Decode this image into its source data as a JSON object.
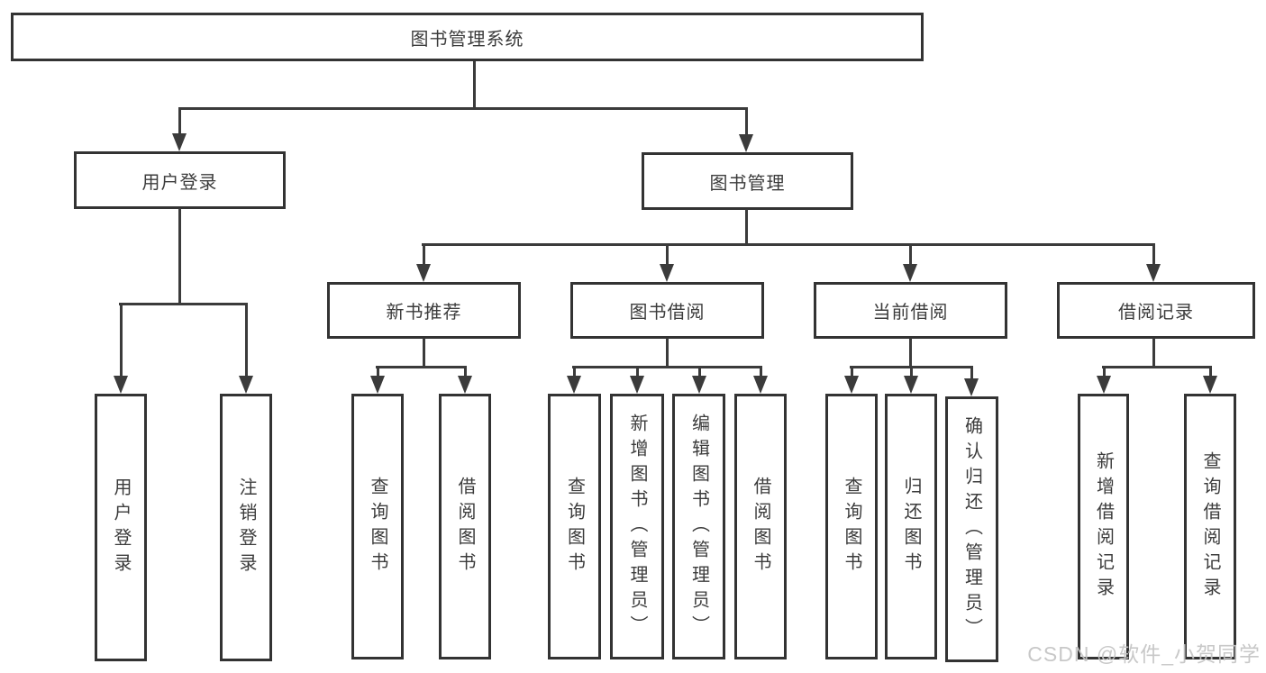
{
  "diagram": {
    "root": {
      "label": "图书管理系统"
    },
    "branches": [
      {
        "label": "用户登录",
        "children": [
          {
            "label": "用户登录"
          },
          {
            "label": "注销登录"
          }
        ]
      },
      {
        "label": "图书管理",
        "children": [
          {
            "label": "新书推荐",
            "children": [
              {
                "label": "查询图书"
              },
              {
                "label": "借阅图书"
              }
            ]
          },
          {
            "label": "图书借阅",
            "children": [
              {
                "label": "查询图书"
              },
              {
                "label": "新增图书（管理员）"
              },
              {
                "label": "编辑图书（管理员）"
              },
              {
                "label": "借阅图书"
              }
            ]
          },
          {
            "label": "当前借阅",
            "children": [
              {
                "label": "查询图书"
              },
              {
                "label": "归还图书"
              },
              {
                "label": "确认归还（管理员）"
              }
            ]
          },
          {
            "label": "借阅记录",
            "children": [
              {
                "label": "新增借阅记录"
              },
              {
                "label": "查询借阅记录"
              }
            ]
          }
        ]
      }
    ]
  },
  "watermark": {
    "text": "CSDN @软件_小贺同学"
  },
  "colors": {
    "line": "#3b3b3b",
    "box-border": "#333333",
    "text": "#3c3c3c",
    "watermark": "#c4c4c4",
    "background": "#ffffff"
  }
}
